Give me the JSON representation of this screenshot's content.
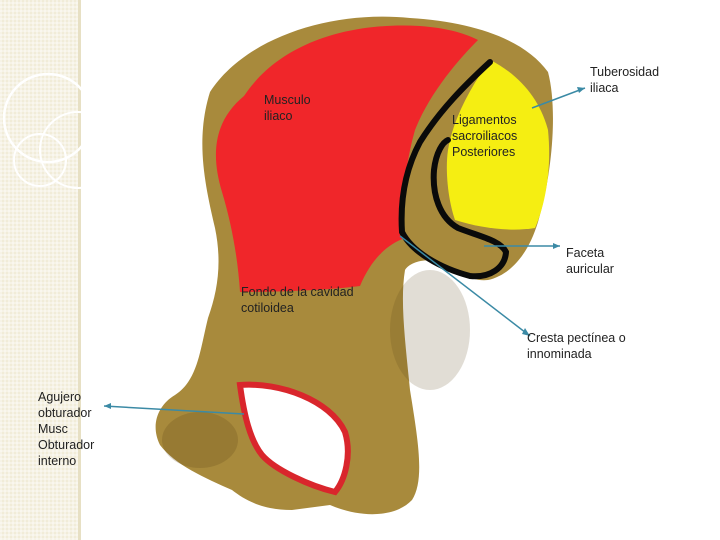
{
  "labels": {
    "musculo_iliaco": "Musculo\niliaco",
    "ligamentos": "Ligamentos\nsacroiliacos\nPosteriores",
    "tuberosidad": "Tuberosidad\niliaca",
    "faceta": "Faceta\nauricular",
    "fondo": "Fondo de la cavidad\ncotiloidea",
    "cresta": "Cresta pectínea o\ninnominada",
    "agujero": "Agujero\nobturador\nMusc\nObturador\ninterno"
  },
  "colors": {
    "bone": "#a88a3c",
    "muscle_region": "#f0262a",
    "ligament_region": "#f5ee12",
    "outline": "#0a0a0a",
    "foramen_border": "#d9262c",
    "foramen_fill": "#ffffff",
    "pointer": "#3b8aa5"
  }
}
